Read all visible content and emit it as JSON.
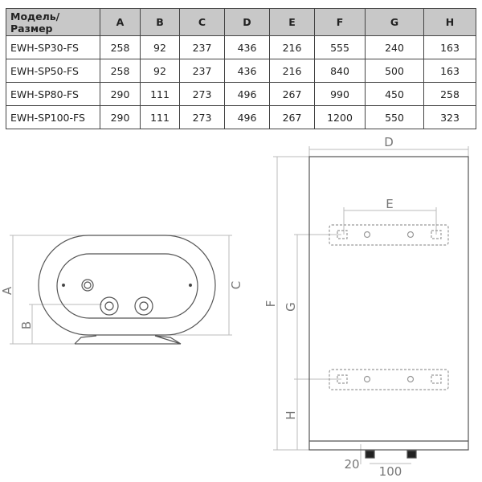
{
  "table": {
    "headers": [
      "Модель/Размер",
      "A",
      "B",
      "C",
      "D",
      "E",
      "F",
      "G",
      "H"
    ],
    "rows": [
      [
        "EWH-SP30-FS",
        "258",
        "92",
        "237",
        "436",
        "216",
        "555",
        "240",
        "163"
      ],
      [
        "EWH-SP50-FS",
        "258",
        "92",
        "237",
        "436",
        "216",
        "840",
        "500",
        "163"
      ],
      [
        "EWH-SP80-FS",
        "290",
        "111",
        "273",
        "496",
        "267",
        "990",
        "450",
        "258"
      ],
      [
        "EWH-SP100-FS",
        "290",
        "111",
        "273",
        "496",
        "267",
        "1200",
        "550",
        "323"
      ]
    ]
  },
  "diagram": {
    "labels": {
      "A": "A",
      "B": "B",
      "C": "C",
      "D": "D",
      "E": "E",
      "F": "F",
      "G": "G",
      "H": "H"
    },
    "pipe_offset": "20",
    "pipe_spacing": "100"
  }
}
